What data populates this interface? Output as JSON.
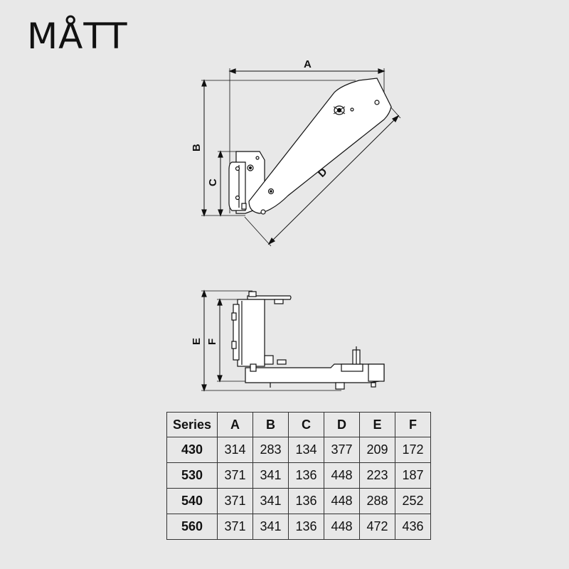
{
  "title": "MÅTT",
  "drawing": {
    "labels": {
      "A": "A",
      "B": "B",
      "C": "C",
      "D": "D",
      "E": "E",
      "F": "F"
    }
  },
  "table": {
    "headers": [
      "Series",
      "A",
      "B",
      "C",
      "D",
      "E",
      "F"
    ],
    "rows": [
      {
        "series": "430",
        "A": "314",
        "B": "283",
        "C": "134",
        "D": "377",
        "E": "209",
        "F": "172"
      },
      {
        "series": "530",
        "A": "371",
        "B": "341",
        "C": "136",
        "D": "448",
        "E": "223",
        "F": "187"
      },
      {
        "series": "540",
        "A": "371",
        "B": "341",
        "C": "136",
        "D": "448",
        "E": "288",
        "F": "252"
      },
      {
        "series": "560",
        "A": "371",
        "B": "341",
        "C": "136",
        "D": "448",
        "E": "472",
        "F": "436"
      }
    ]
  }
}
